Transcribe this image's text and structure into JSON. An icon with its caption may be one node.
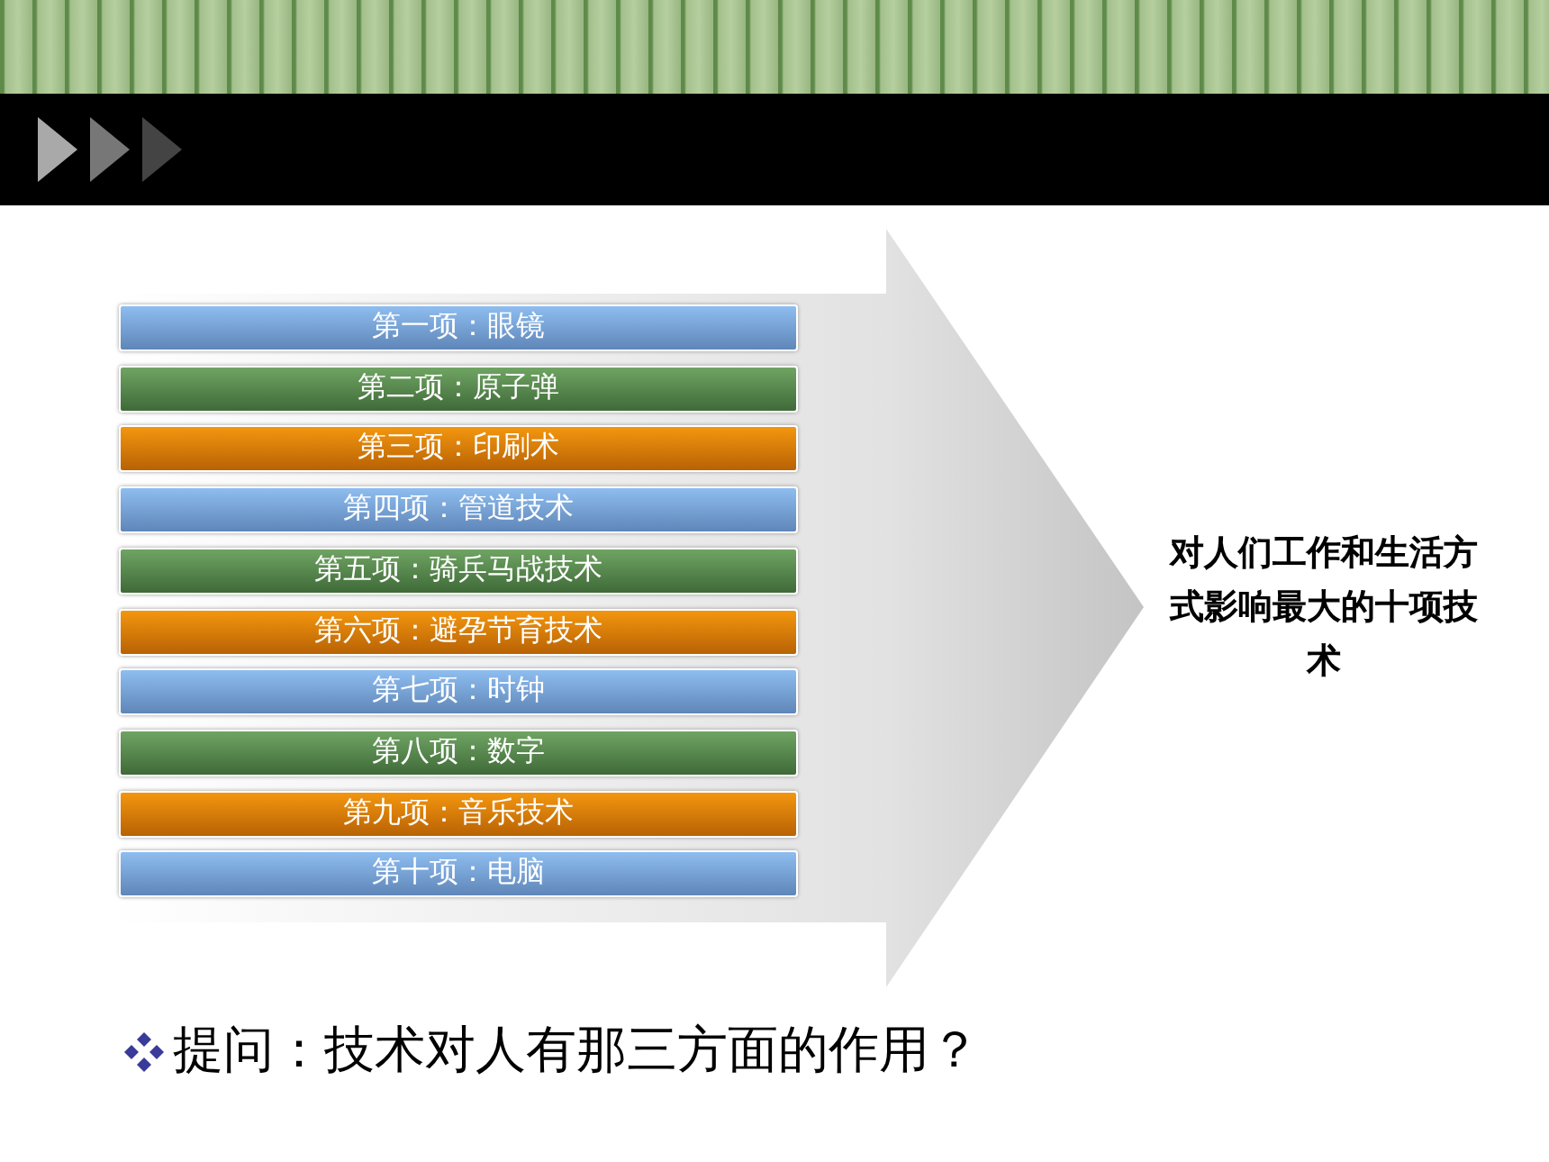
{
  "diagram": {
    "nodes": [
      {
        "text": [
          "对人们工作和生活方式影响最大的十项技术"
        ]
      },
      {
        "text": [
          "第一项：眼镜"
        ],
        "in": 0
      },
      {
        "text": [
          "第二项：原子弹"
        ],
        "in": 0
      },
      {
        "text": [
          "第三项：印刷术"
        ],
        "in": 0
      },
      {
        "text": [
          "第四项：管道技术"
        ],
        "in": 0
      },
      {
        "text": [
          "第五项：骑兵马战技术"
        ],
        "in": 0
      },
      {
        "text": [
          "第六项：避孕节育技术"
        ],
        "in": 0
      },
      {
        "text": [
          "第七项：时钟"
        ],
        "in": 0
      },
      {
        "text": [
          "第八项：数字"
        ],
        "in": 0
      },
      {
        "text": [
          "第九项：音乐技术"
        ],
        "in": 0
      },
      {
        "text": [
          "第十项：电脑"
        ],
        "in": 0
      }
    ],
    "labels": [
      "提问：技术对人有那三方面的作用？"
    ]
  }
}
